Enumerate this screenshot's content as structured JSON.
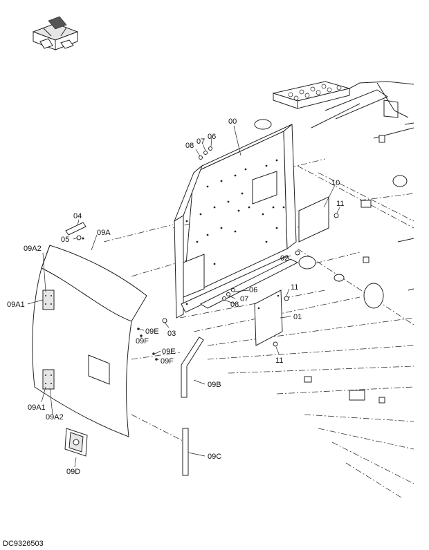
{
  "diagram": {
    "doc_code": "DC9326503",
    "callouts": {
      "c00": "00",
      "c01": "01",
      "c02": "02",
      "c03": "03",
      "c04": "04",
      "c05": "05",
      "c06a": "06",
      "c06b": "06",
      "c07a": "07",
      "c07b": "07",
      "c08a": "08",
      "c08b": "08",
      "c09A": "09A",
      "c09A1a": "09A1",
      "c09A1b": "09A1",
      "c09A2a": "09A2",
      "c09A2b": "09A2",
      "c09B": "09B",
      "c09C": "09C",
      "c09D": "09D",
      "c09Ea": "09E",
      "c09Eb": "09E",
      "c09Fa": "09F",
      "c09Fb": "09F",
      "c10": "10",
      "c11a": "11",
      "c11b": "11",
      "c11c": "11"
    }
  }
}
